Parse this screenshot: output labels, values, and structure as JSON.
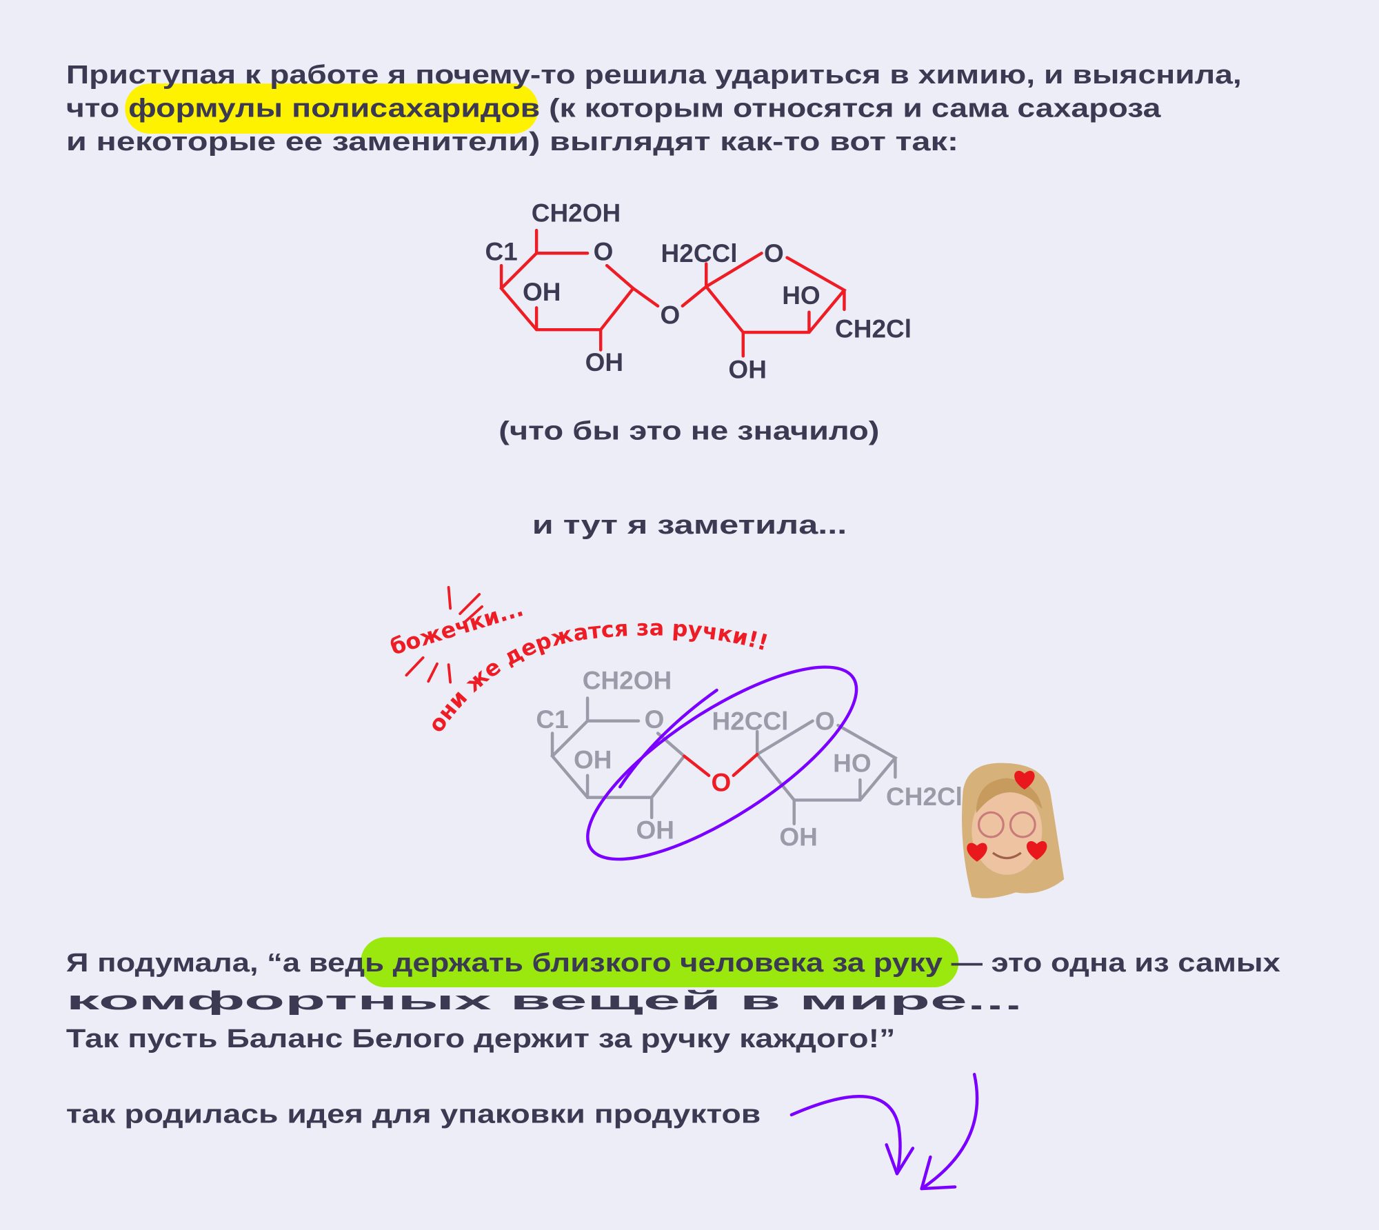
{
  "intro": {
    "line1": "Приступая к работе я почему-то решила удариться в химию, и выяснила,",
    "line2_pre": "что ",
    "line2_highlight": "формулы полисахаридов",
    "line2_post": " (к которым относятся и сама сахароза",
    "line3": "и некоторые ее заменители) выглядят как-то вот так:"
  },
  "formula": {
    "ch2oh": "CH2OH",
    "cl1": "C1",
    "o_ring1": "O",
    "oh_ring1_inner": "OH",
    "oh_ring1_bottom": "OH",
    "o_bridge": "O",
    "h2ccl": "H2CCl",
    "o_ring2": "O",
    "ho_ring2": "HO",
    "ch2cl": "CH2Cl",
    "oh_ring2_bottom": "OH"
  },
  "caption": "(что бы это не значило)",
  "noticed": "и тут я заметила...",
  "annotations": {
    "gosh": "божечки...",
    "holding_hands": "они же держатся за ручки!!"
  },
  "conclusion": {
    "line1_pre": "Я подумала, “а ведь ",
    "line1_highlight": "держать близкого человека за руку",
    "line1_post": " — это одна из самых",
    "line2": "комфортных вещей в мире...",
    "line3": "Так пусть Баланс Белого держит за ручку каждого!”",
    "line4": "так родилась идея для упаковки продуктов"
  },
  "colors": {
    "background": "#ecedf6",
    "text": "#3b3a52",
    "yellow_highlight": "#fff200",
    "green_highlight": "#9be80e",
    "bond_red": "#ee1c24",
    "grey": "#9a9aa8",
    "purple": "#7a00ff"
  }
}
